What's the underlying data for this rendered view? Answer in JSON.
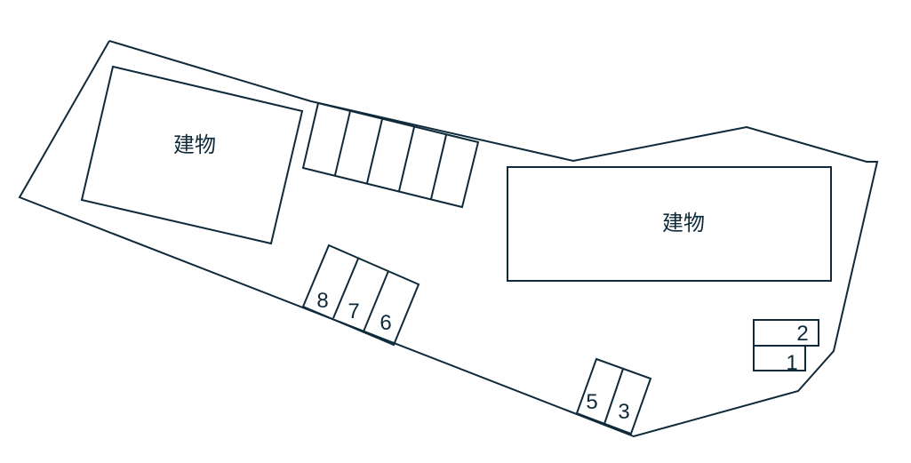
{
  "site_map": {
    "stroke_color": "#0f2a3a",
    "background": "#ffffff",
    "buildings": [
      {
        "label": "建物"
      },
      {
        "label": "建物"
      }
    ],
    "parking_spaces": [
      {
        "number": "1"
      },
      {
        "number": "2"
      },
      {
        "number": "3"
      },
      {
        "number": "5"
      },
      {
        "number": "6"
      },
      {
        "number": "7"
      },
      {
        "number": "8"
      }
    ]
  }
}
